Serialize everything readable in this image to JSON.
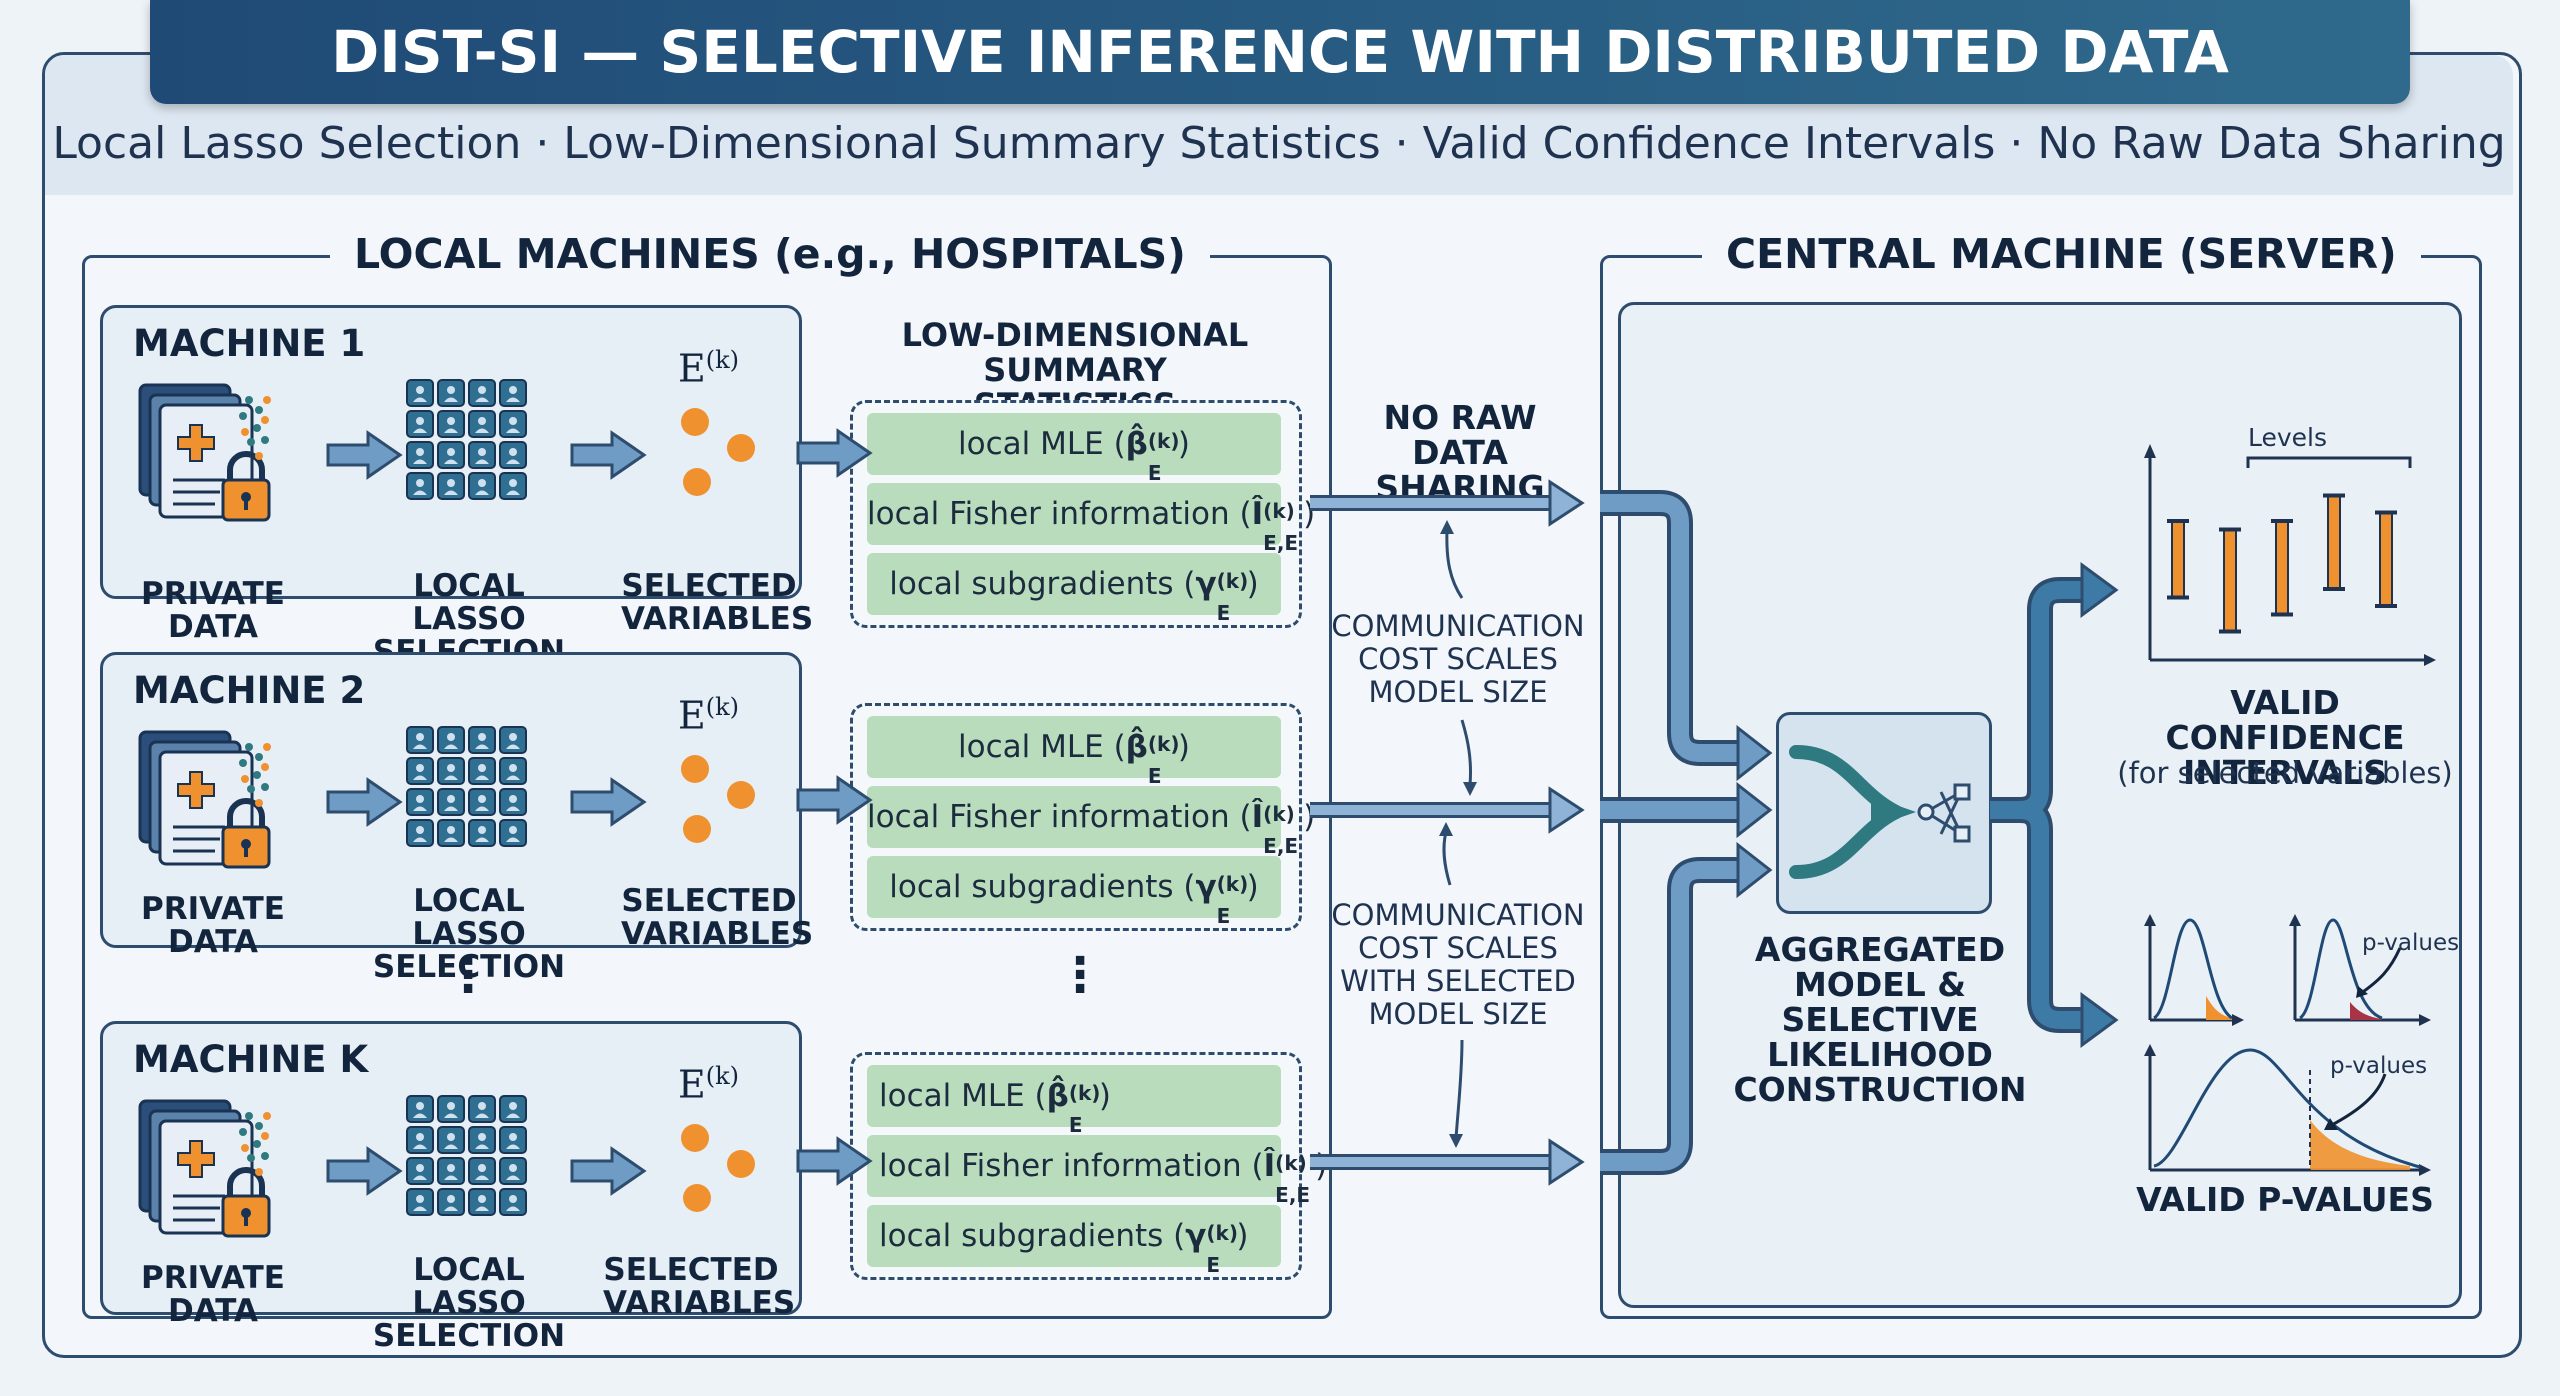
{
  "title": "DIST-SI — SELECTIVE INFERENCE WITH DISTRIBUTED DATA",
  "subtitle": "Local Lasso Selection · Low-Dimensional Summary Statistics · Valid Confidence Intervals · No Raw Data Sharing",
  "local": {
    "heading": "LOCAL MACHINES (e.g., HOSPITALS)",
    "machines": [
      {
        "name": "MACHINE 1",
        "private": "PRIVATE DATA",
        "lasso": "LOCAL LASSO SELECTION",
        "selected": "SELECTED VARIABLES",
        "ek": "E(k)"
      },
      {
        "name": "MACHINE 2",
        "private": "PRIVATE DATA",
        "lasso": "LOCAL LASSO SELECTION",
        "selected": "SELECTED VARIABLES",
        "ek": "E(k)"
      },
      {
        "name": "MACHINE K",
        "private": "PRIVATE DATA",
        "lasso": "LOCAL LASSO SELECTION",
        "selected": "SELECTED VARIABLES",
        "ek": "E(k)"
      }
    ],
    "ellipsis": "⋮"
  },
  "summary": {
    "heading": "LOW-DIMENSIONAL SUMMARY STATISTICS",
    "mle": "local MLE",
    "fisher": "local Fisher information",
    "subgrad": "local subgradients",
    "beta": "β̂",
    "ihat": "Î",
    "gamma": "γ",
    "sup_k": "(k)",
    "sub_e": "E",
    "sub_ee": "E,E"
  },
  "middle": {
    "no_raw": "NO RAW DATA SHARING",
    "comm1": "COMMUNICATION COST SCALES MODEL SIZE",
    "comm2": "COMMUNICATION COST SCALES WITH SELECTED MODEL SIZE"
  },
  "central": {
    "heading": "CENTRAL MACHINE (SERVER)",
    "aggregate": "AGGREGATED MODEL & SELECTIVE LIKELIHOOD CONSTRUCTION",
    "levels": "Levels",
    "ci_title": "VALID CONFIDENCE INTERVALS",
    "ci_sub": "(for selected variables)",
    "pvalues_label": "p-values",
    "pvalues_title": "VALID P-VALUES"
  },
  "chart_data": [
    {
      "type": "scatter",
      "title": "VALID CONFIDENCE INTERVALS",
      "note": "five interval bars with end caps, no numeric axes",
      "series": [
        {
          "values": [
            [
              0.25,
              0.7
            ],
            [
              0.05,
              0.65
            ],
            [
              0.15,
              0.7
            ],
            [
              0.3,
              0.85
            ],
            [
              0.2,
              0.75
            ]
          ]
        }
      ]
    }
  ],
  "colors": {
    "navy": "#2e4d6e",
    "orange": "#f0912f",
    "green": "#b9ddbc",
    "teal": "#2f7a80",
    "red": "#a83246"
  }
}
